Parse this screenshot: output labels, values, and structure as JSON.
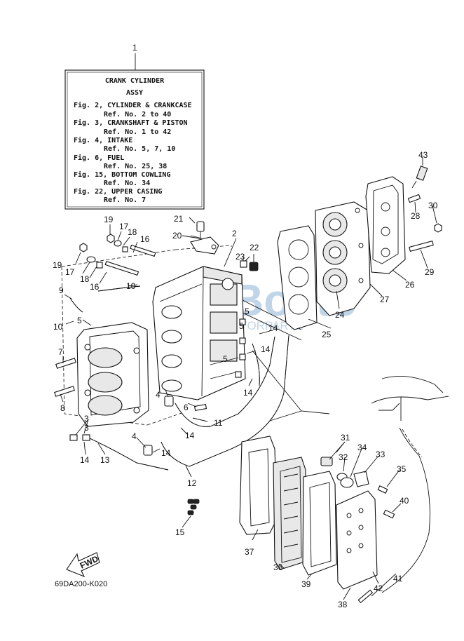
{
  "assy_box": {
    "ref": "1",
    "title_line1": "CRANK CYLINDER",
    "title_line2": "ASSY",
    "lines": [
      "Fig. 2, CYLINDER & CRANKCASE",
      "Ref. No. 2 to 40",
      "Fig. 3, CRANKSHAFT & PISTON",
      "Ref. No. 1 to 42",
      "Fig. 4, INTAKE",
      "Ref. No. 5, 7, 10",
      "Fig. 6, FUEL",
      "Ref. No. 25, 38",
      "Fig. 15, BOTTOM COWLING",
      "Ref. No. 34",
      "Fig. 22, UPPER CASING",
      "Ref. No. 7"
    ]
  },
  "callouts": [
    "2",
    "3",
    "3",
    "4",
    "4",
    "5",
    "5",
    "5",
    "5",
    "6",
    "7",
    "8",
    "9",
    "10",
    "10",
    "11",
    "12",
    "13",
    "14",
    "14",
    "14",
    "14",
    "14",
    "14",
    "15",
    "16",
    "16",
    "17",
    "17",
    "18",
    "18",
    "19",
    "19",
    "20",
    "21",
    "22",
    "23",
    "24",
    "25",
    "26",
    "27",
    "28",
    "29",
    "30",
    "31",
    "32",
    "33",
    "34",
    "35",
    "36",
    "37",
    "38",
    "39",
    "40",
    "41",
    "42",
    "43"
  ],
  "fwd_label": "FWD",
  "drawing_code": "69DA200-K020",
  "watermark": {
    "brand": "Boats",
    "sub": "MOTORPARTS"
  }
}
